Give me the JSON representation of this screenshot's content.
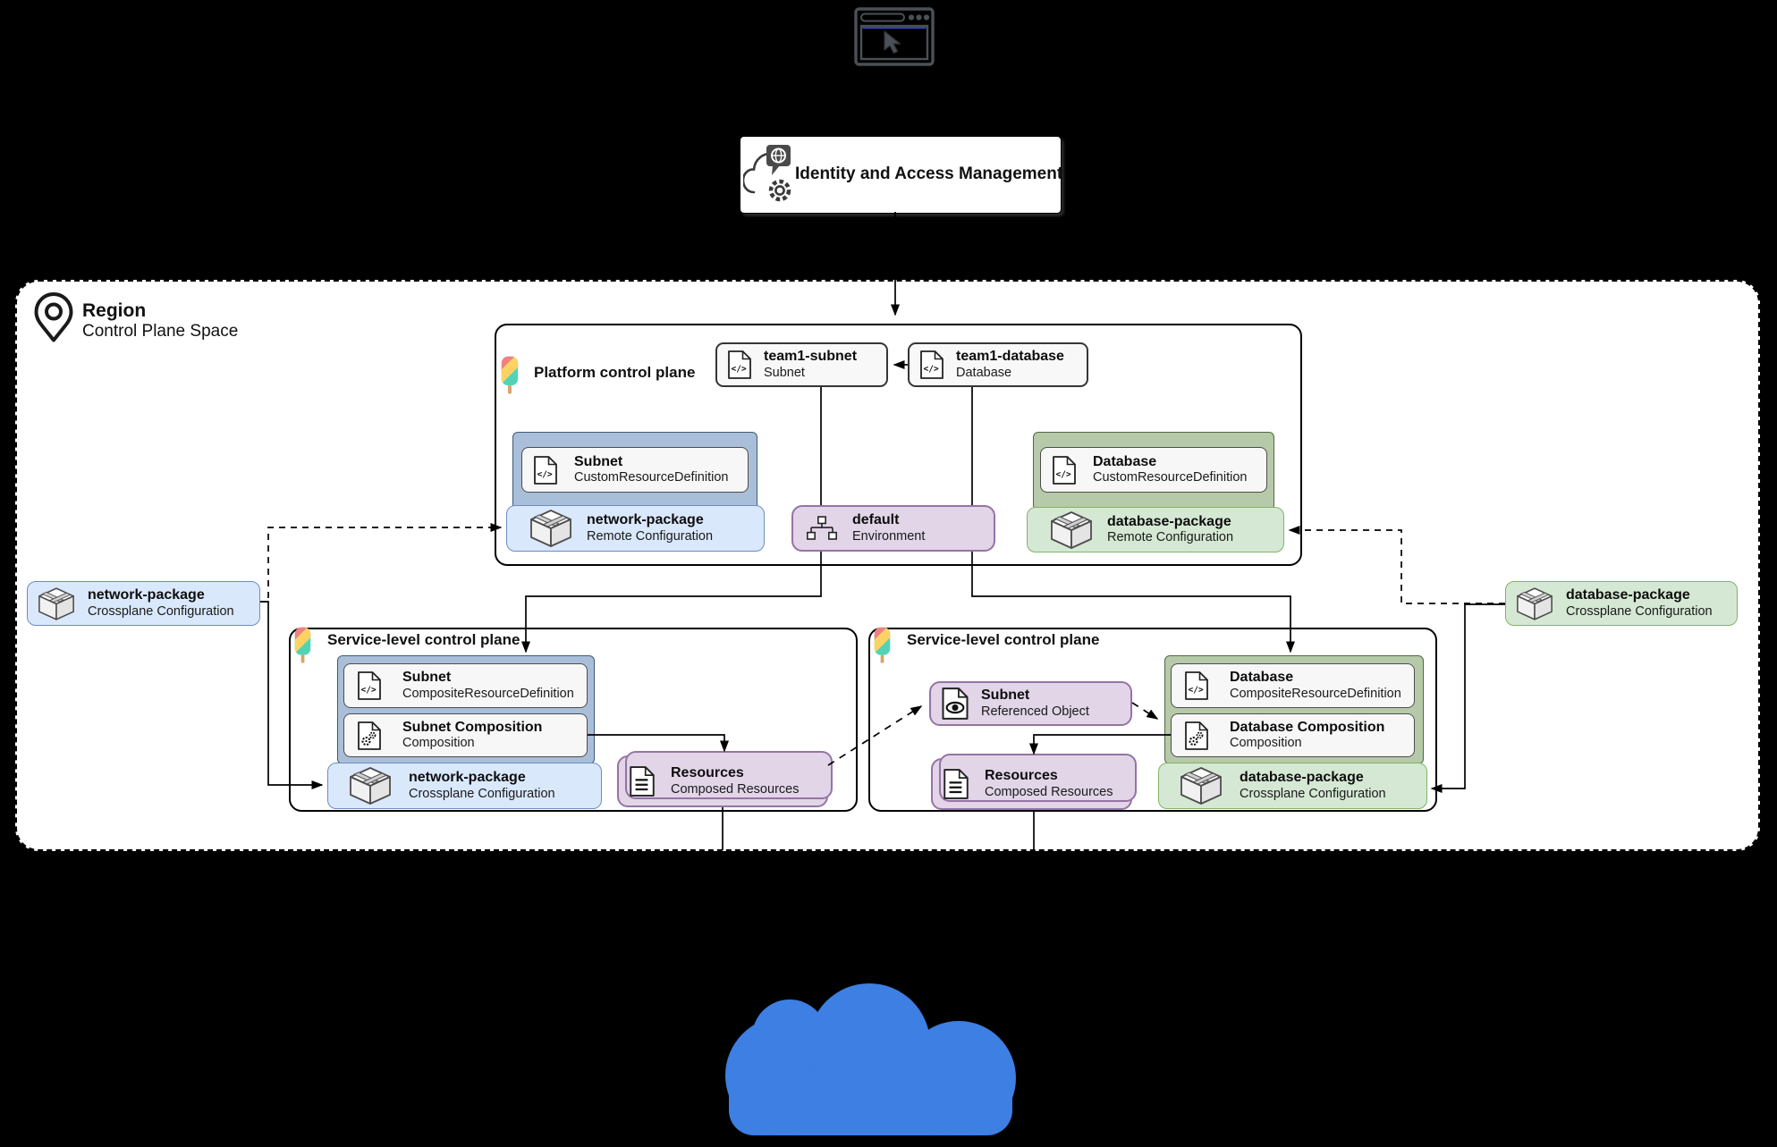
{
  "browser": {
    "icon": "browser-window-cursor-icon"
  },
  "iam": {
    "label": "Identity and Access Management",
    "icon": "cloud-identity-gear-icon"
  },
  "region": {
    "title": "Region",
    "subtitle": "Control Plane Space",
    "icon": "location-pin-icon"
  },
  "platform": {
    "title": "Platform control plane",
    "icon": "crossplane-popsicle-icon"
  },
  "service_left": {
    "title": "Service-level control plane",
    "icon": "crossplane-popsicle-icon"
  },
  "service_right": {
    "title": "Service-level control plane",
    "icon": "crossplane-popsicle-icon"
  },
  "cloud": {
    "icon": "cloud-provider-shape",
    "color": "#3d7fe3"
  },
  "nodes": {
    "team1_subnet": {
      "title": "team1-subnet",
      "subtitle": "Subnet",
      "icon": "code-file-icon"
    },
    "team1_database": {
      "title": "team1-database",
      "subtitle": "Database",
      "icon": "code-file-icon"
    },
    "subnet_crd": {
      "title": "Subnet",
      "subtitle": "CustomResourceDefinition",
      "icon": "code-file-icon"
    },
    "network_remote": {
      "title": "network-package",
      "subtitle": "Remote Configuration",
      "icon": "package-box-icon"
    },
    "default_env": {
      "title": "default",
      "subtitle": "Environment",
      "icon": "tree-hierarchy-icon"
    },
    "database_crd": {
      "title": "Database",
      "subtitle": "CustomResourceDefinition",
      "icon": "code-file-icon"
    },
    "database_remote": {
      "title": "database-package",
      "subtitle": "Remote Configuration",
      "icon": "package-box-icon"
    },
    "network_config_outer": {
      "title": "network-package",
      "subtitle": "Crossplane Configuration",
      "icon": "package-box-icon"
    },
    "database_config_outer": {
      "title": "database-package",
      "subtitle": "Crossplane Configuration",
      "icon": "package-box-icon"
    },
    "subnet_xrd": {
      "title": "Subnet",
      "subtitle": "CompositeResourceDefinition",
      "icon": "code-file-icon"
    },
    "subnet_composition": {
      "title": "Subnet Composition",
      "subtitle": "Composition",
      "icon": "gear-file-icon"
    },
    "network_config_sl": {
      "title": "network-package",
      "subtitle": "Crossplane Configuration",
      "icon": "package-box-icon"
    },
    "resources_left": {
      "title": "Resources",
      "subtitle": "Composed Resources",
      "icon": "document-lines-icon"
    },
    "subnet_ref": {
      "title": "Subnet",
      "subtitle": "Referenced Object",
      "icon": "eye-file-icon"
    },
    "database_xrd": {
      "title": "Database",
      "subtitle": "CompositeResourceDefinition",
      "icon": "code-file-icon"
    },
    "database_composition": {
      "title": "Database Composition",
      "subtitle": "Composition",
      "icon": "gear-file-icon"
    },
    "database_config_sl": {
      "title": "database-package",
      "subtitle": "Crossplane Configuration",
      "icon": "package-box-icon"
    },
    "resources_right": {
      "title": "Resources",
      "subtitle": "Composed Resources",
      "icon": "document-lines-icon"
    }
  },
  "colors": {
    "canvas_bg": "#000000",
    "blue_fill": "#dae8fc",
    "blue_border": "#6c8ebf",
    "blue_container": "#a9bed9",
    "green_fill": "#d5e8d4",
    "green_border": "#82b366",
    "green_container": "#b6c9a9",
    "purple_fill": "#e1d5e7",
    "purple_border": "#9673a6",
    "gray_fill": "#f7f7f7",
    "cloud_blue": "#3d7fe3"
  }
}
